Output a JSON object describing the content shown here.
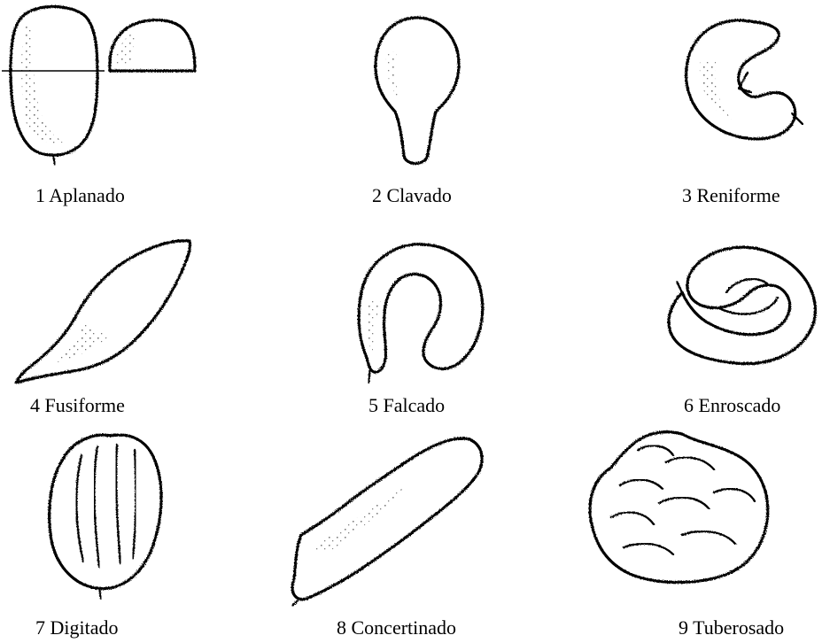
{
  "figure": {
    "shapes": [
      {
        "id": "1",
        "label": "1 Aplanado",
        "icon": "flattened-tuber-icon"
      },
      {
        "id": "2",
        "label": "2 Clavado",
        "icon": "clavate-tuber-icon"
      },
      {
        "id": "3",
        "label": "3 Reniforme",
        "icon": "reniform-tuber-icon"
      },
      {
        "id": "4",
        "label": "4 Fusiforme",
        "icon": "fusiform-tuber-icon"
      },
      {
        "id": "5",
        "label": "5 Falcado",
        "icon": "falcate-tuber-icon"
      },
      {
        "id": "6",
        "label": "6 Enroscado",
        "icon": "coiled-tuber-icon"
      },
      {
        "id": "7",
        "label": "7 Digitado",
        "icon": "digitate-tuber-icon"
      },
      {
        "id": "8",
        "label": "8 Concertinado",
        "icon": "concertina-tuber-icon"
      },
      {
        "id": "9",
        "label": "9 Tuberosado",
        "icon": "tuberose-tuber-icon"
      }
    ],
    "colors": {
      "ink": "#000000",
      "paper": "#ffffff"
    }
  }
}
